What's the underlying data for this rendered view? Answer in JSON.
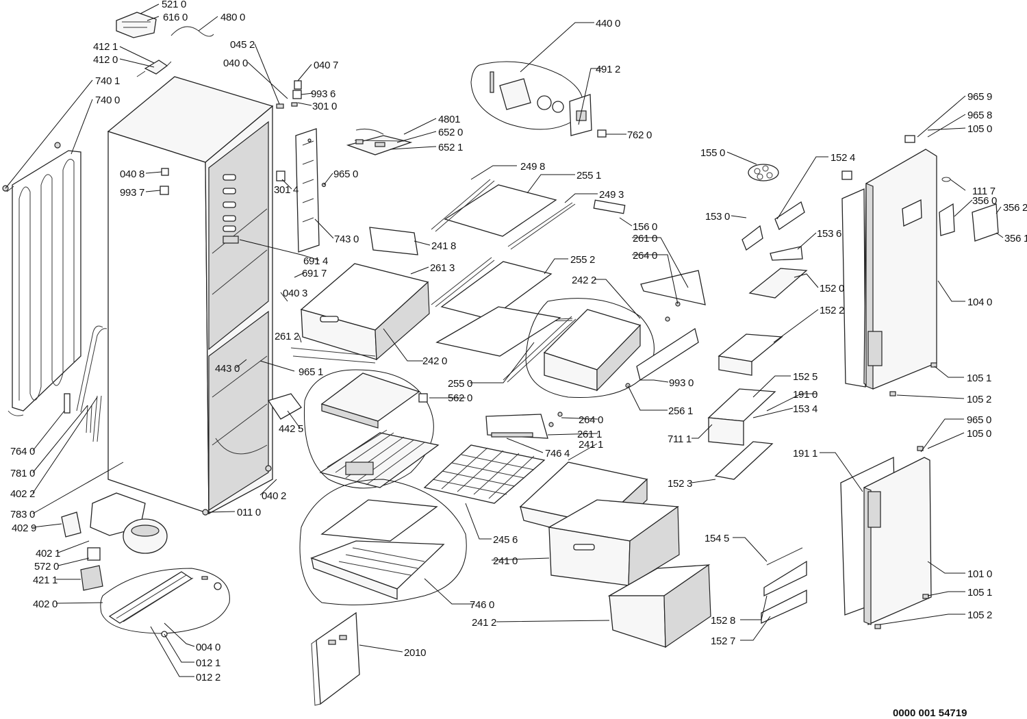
{
  "diagram": {
    "document_number": "0000 001 54719",
    "part_labels": [
      "521 0",
      "616 0",
      "480 0",
      "412 1",
      "412 0",
      "045 2",
      "040 0",
      "040 7",
      "740 1",
      "740 0",
      "993 6",
      "301 0",
      "040 8",
      "993 7",
      "301 4",
      "965 0",
      "743 0",
      "4801",
      "652 0",
      "652 1",
      "440 0",
      "491 2",
      "762 0",
      "965 9",
      "965 8",
      "105 0",
      "155 0",
      "152 4",
      "111 7",
      "356 0",
      "356 2",
      "356 1",
      "153 0",
      "153 6",
      "152 0",
      "104 0",
      "152 2",
      "249 8",
      "255 1",
      "249 3",
      "156 0",
      "261 0",
      "264 0",
      "241 8",
      "255 2",
      "242 2",
      "261 3",
      "691 4",
      "691 7",
      "040 3",
      "261 2",
      "242 0",
      "443 0",
      "965 1",
      "255 0",
      "993 0",
      "562 0",
      "256 1",
      "152 5",
      "191 0",
      "153 4",
      "105 1",
      "105 2",
      "711 1",
      "965 0",
      "105 0",
      "264 0",
      "261 1",
      "241 1",
      "746 4",
      "442 5",
      "764 0",
      "781 0",
      "402 2",
      "040 2",
      "783 0",
      "011 0",
      "402 9",
      "402 1",
      "572 0",
      "421 1",
      "402 0",
      "004 0",
      "012 1",
      "012 2",
      "2010",
      "245 6",
      "241 0",
      "746 0",
      "241 2",
      "152 3",
      "191 1",
      "154 5",
      "152 8",
      "152 7",
      "101 0",
      "105 1",
      "105 2"
    ]
  }
}
